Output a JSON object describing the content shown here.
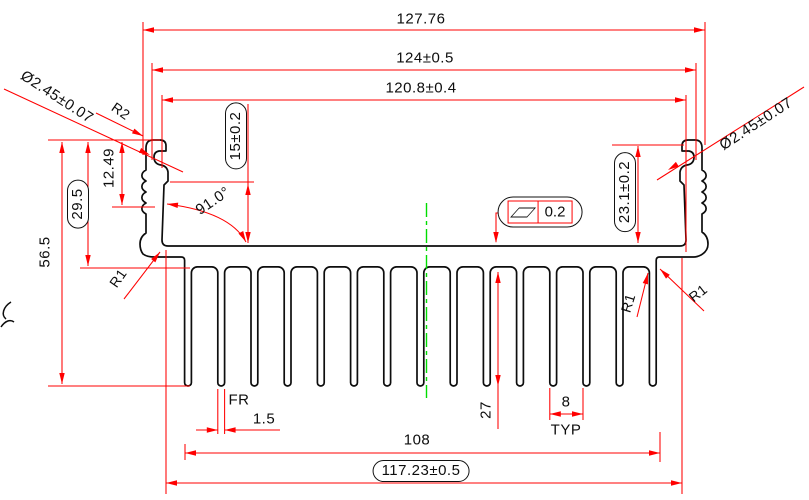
{
  "labels": {
    "overall_width": "127.76",
    "width_124": "124±0.5",
    "width_120_8": "120.8±0.4",
    "hole_dia_left": "Ø2.45±0.07",
    "hole_dia_right": "Ø2.45±0.07",
    "radius_r2": "R2",
    "height_12_49": "12.49",
    "height_29_5": "29.5",
    "height_56_5": "56.5",
    "height_15": "15±0.2",
    "angle_91": "91.0°",
    "height_23_1": "23.1±0.2",
    "flatness_tol": "0.2",
    "radius_r1_left": "R1",
    "radius_r1_mid": "R1",
    "radius_r1_right": "R1",
    "fin_fr": "FR",
    "fin_thickness": "1.5",
    "fin_height_27": "27",
    "fin_pitch_8": "8",
    "fin_pitch_typ": "TYP",
    "fin_span_108": "108",
    "base_width": "117.23±0.5"
  },
  "colors": {
    "dimension": "#ff0000",
    "outline": "#0d0d0d",
    "centerline": "#00dd00",
    "background": "#ffffff"
  }
}
